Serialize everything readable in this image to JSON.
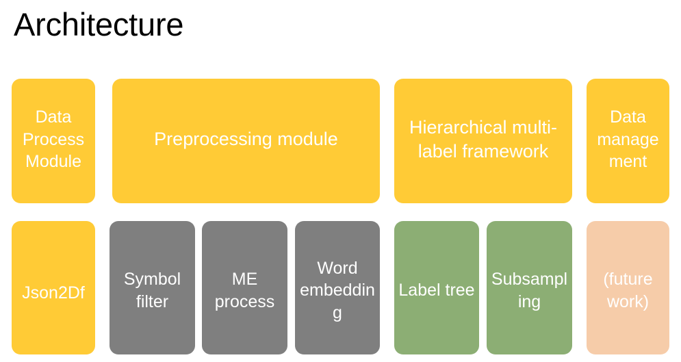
{
  "slide": {
    "title": "Architecture",
    "background_color": "#FFFFFF",
    "title_color": "#000000"
  },
  "palette": {
    "yellow": "#FFCB36",
    "gray": "#7F7F7F",
    "green": "#8CAE74",
    "peach": "#F6CCA9",
    "text_on_shape": "#FFFFFF"
  },
  "diagram": {
    "rows": [
      {
        "name": "top-row",
        "nodes": [
          {
            "id": "data-process-module",
            "label": "Data Process Module",
            "color": "#FFCB36"
          },
          {
            "id": "preprocessing-module",
            "label": "Preprocessing module",
            "color": "#FFCB36"
          },
          {
            "id": "hierarchical-multi-label-framework",
            "label": "Hierarchical multi-label framework",
            "color": "#FFCB36"
          },
          {
            "id": "data-management",
            "label": "Data management",
            "color": "#FFCB36"
          }
        ]
      },
      {
        "name": "bottom-row",
        "nodes": [
          {
            "id": "json2df",
            "label": "Json2Df",
            "color": "#FFCB36"
          },
          {
            "id": "symbol-filter",
            "label": "Symbol filter",
            "color": "#7F7F7F"
          },
          {
            "id": "me-process",
            "label": "ME process",
            "color": "#7F7F7F"
          },
          {
            "id": "word-embedding",
            "label": "Word embedding",
            "color": "#7F7F7F"
          },
          {
            "id": "label-tree",
            "label": "Label tree",
            "color": "#8CAE74"
          },
          {
            "id": "subsampling",
            "label": "Subsampling",
            "color": "#8CAE74"
          },
          {
            "id": "future-work",
            "label": "(future work)",
            "color": "#F6CCA9"
          }
        ]
      }
    ]
  }
}
